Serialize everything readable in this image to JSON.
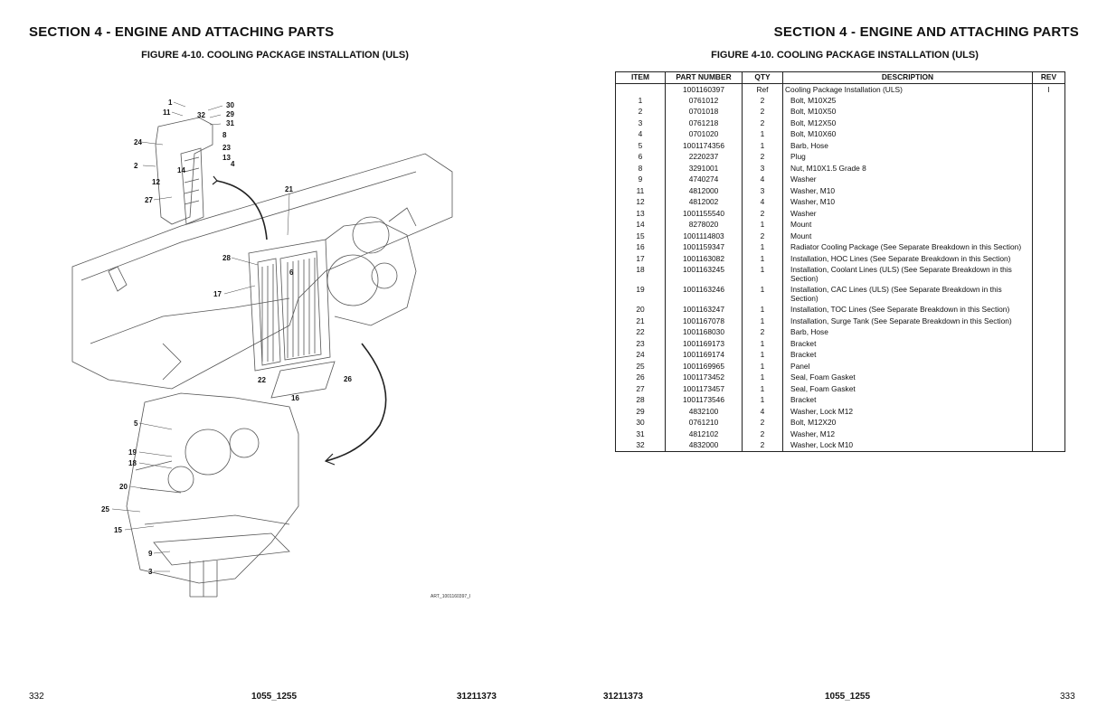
{
  "header": {
    "section_left": "SECTION 4 - ENGINE AND ATTACHING PARTS",
    "section_right": "SECTION 4 - ENGINE AND ATTACHING PARTS",
    "figure_left": "FIGURE 4-10. COOLING PACKAGE INSTALLATION (ULS)",
    "figure_right": "FIGURE 4-10. COOLING PACKAGE INSTALLATION (ULS)"
  },
  "drawing": {
    "art_label": "ART_1001160397_I",
    "callouts": [
      "1",
      "30",
      "11",
      "32",
      "29",
      "31",
      "8",
      "24",
      "23",
      "13",
      "2",
      "4",
      "14",
      "12",
      "27",
      "21",
      "28",
      "6",
      "17",
      "22",
      "26",
      "16",
      "5",
      "19",
      "18",
      "20",
      "25",
      "15",
      "9",
      "3"
    ]
  },
  "table": {
    "headers": [
      "ITEM",
      "PART NUMBER",
      "QTY",
      "DESCRIPTION",
      "REV"
    ],
    "rows": [
      {
        "item": "",
        "part": "1001160397",
        "qty": "Ref",
        "desc": "Cooling Package Installation (ULS)",
        "rev": "I",
        "top": true
      },
      {
        "item": "1",
        "part": "0761012",
        "qty": "2",
        "desc": "Bolt, M10X25",
        "rev": ""
      },
      {
        "item": "2",
        "part": "0701018",
        "qty": "2",
        "desc": "Bolt, M10X50",
        "rev": ""
      },
      {
        "item": "3",
        "part": "0761218",
        "qty": "2",
        "desc": "Bolt, M12X50",
        "rev": ""
      },
      {
        "item": "4",
        "part": "0701020",
        "qty": "1",
        "desc": "Bolt, M10X60",
        "rev": ""
      },
      {
        "item": "5",
        "part": "1001174356",
        "qty": "1",
        "desc": "Barb, Hose",
        "rev": ""
      },
      {
        "item": "6",
        "part": "2220237",
        "qty": "2",
        "desc": "Plug",
        "rev": ""
      },
      {
        "item": "8",
        "part": "3291001",
        "qty": "3",
        "desc": "Nut, M10X1.5 Grade 8",
        "rev": ""
      },
      {
        "item": "9",
        "part": "4740274",
        "qty": "4",
        "desc": "Washer",
        "rev": ""
      },
      {
        "item": "11",
        "part": "4812000",
        "qty": "3",
        "desc": "Washer, M10",
        "rev": ""
      },
      {
        "item": "12",
        "part": "4812002",
        "qty": "4",
        "desc": "Washer, M10",
        "rev": ""
      },
      {
        "item": "13",
        "part": "1001155540",
        "qty": "2",
        "desc": "Washer",
        "rev": ""
      },
      {
        "item": "14",
        "part": "8278020",
        "qty": "1",
        "desc": "Mount",
        "rev": ""
      },
      {
        "item": "15",
        "part": "1001114803",
        "qty": "2",
        "desc": "Mount",
        "rev": ""
      },
      {
        "item": "16",
        "part": "1001159347",
        "qty": "1",
        "desc": "Radiator Cooling Package (See Separate Breakdown in this Section)",
        "rev": ""
      },
      {
        "item": "17",
        "part": "1001163082",
        "qty": "1",
        "desc": "Installation, HOC Lines (See Separate Breakdown in this Section)",
        "rev": ""
      },
      {
        "item": "18",
        "part": "1001163245",
        "qty": "1",
        "desc": "Installation, Coolant Lines (ULS) (See Separate Breakdown in this Section)",
        "rev": ""
      },
      {
        "item": "19",
        "part": "1001163246",
        "qty": "1",
        "desc": "Installation, CAC Lines (ULS) (See Separate Breakdown in this Section)",
        "rev": ""
      },
      {
        "item": "20",
        "part": "1001163247",
        "qty": "1",
        "desc": "Installation, TOC Lines (See Separate Breakdown in this Section)",
        "rev": ""
      },
      {
        "item": "21",
        "part": "1001167078",
        "qty": "1",
        "desc": "Installation, Surge Tank (See Separate Breakdown in this Section)",
        "rev": ""
      },
      {
        "item": "22",
        "part": "1001168030",
        "qty": "2",
        "desc": "Barb, Hose",
        "rev": ""
      },
      {
        "item": "23",
        "part": "1001169173",
        "qty": "1",
        "desc": "Bracket",
        "rev": ""
      },
      {
        "item": "24",
        "part": "1001169174",
        "qty": "1",
        "desc": "Bracket",
        "rev": ""
      },
      {
        "item": "25",
        "part": "1001169965",
        "qty": "1",
        "desc": "Panel",
        "rev": ""
      },
      {
        "item": "26",
        "part": "1001173452",
        "qty": "1",
        "desc": "Seal, Foam Gasket",
        "rev": ""
      },
      {
        "item": "27",
        "part": "1001173457",
        "qty": "1",
        "desc": "Seal, Foam Gasket",
        "rev": ""
      },
      {
        "item": "28",
        "part": "1001173546",
        "qty": "1",
        "desc": "Bracket",
        "rev": ""
      },
      {
        "item": "29",
        "part": "4832100",
        "qty": "4",
        "desc": "Washer, Lock M12",
        "rev": ""
      },
      {
        "item": "30",
        "part": "0761210",
        "qty": "2",
        "desc": "Bolt, M12X20",
        "rev": ""
      },
      {
        "item": "31",
        "part": "4812102",
        "qty": "2",
        "desc": "Washer, M12",
        "rev": ""
      },
      {
        "item": "32",
        "part": "4832000",
        "qty": "2",
        "desc": "Washer, Lock M10",
        "rev": ""
      }
    ]
  },
  "footer": {
    "page_left": "332",
    "model_left": "1055_1255",
    "doc_left": "31211373",
    "doc_right": "31211373",
    "model_right": "1055_1255",
    "page_right": "333"
  }
}
